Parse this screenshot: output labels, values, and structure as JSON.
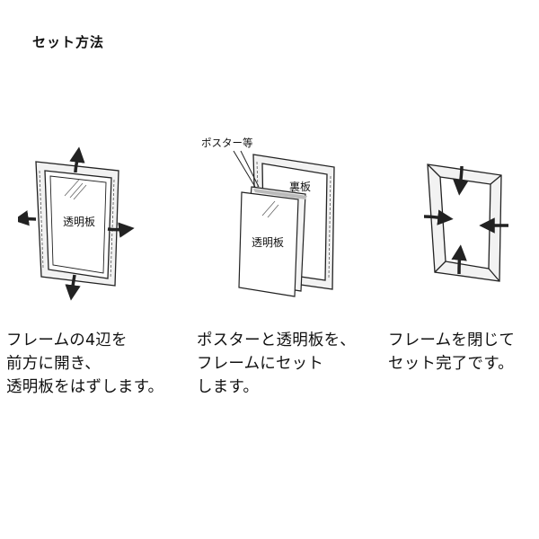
{
  "page_title": "セット方法",
  "figures": {
    "step1_label": "透明板",
    "step2_poster_label": "ポスター等",
    "step2_back_label": "裏板",
    "step2_clear_label": "透明板"
  },
  "steps": [
    {
      "lines": [
        "フレームの4辺を",
        "前方に開き、",
        "透明板をはずします。"
      ]
    },
    {
      "lines": [
        "ポスターと透明板を、",
        "フレームにセット",
        "します。"
      ]
    },
    {
      "lines": [
        "フレームを閉じて",
        "セット完了です。"
      ]
    }
  ]
}
